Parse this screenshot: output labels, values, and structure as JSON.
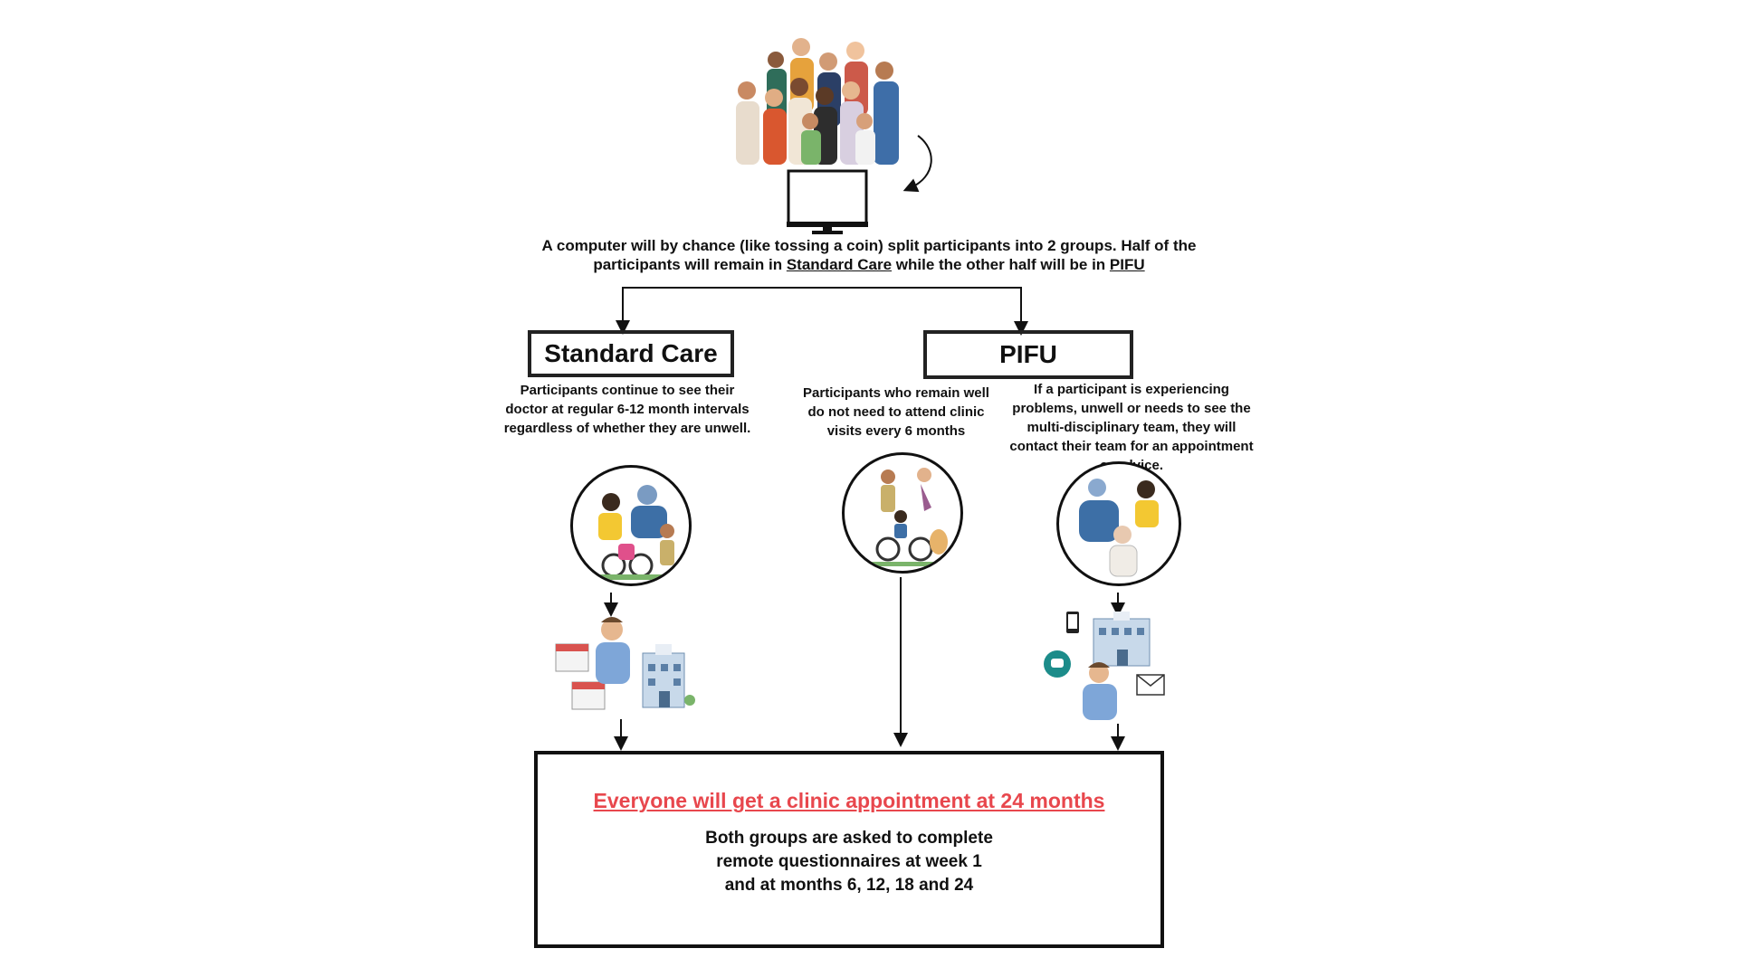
{
  "randomisation": {
    "line1": "A computer will by chance (like tossing a coin) split participants into 2 groups. Half of the",
    "line2_prefix": "participants will remain in ",
    "line2_sc": "Standard Care",
    "line2_mid": " while the other half will be in ",
    "line2_pifu": "PIFU"
  },
  "standard_care": {
    "title": "Standard Care",
    "description": "Participants continue to see their doctor at regular 6-12 month intervals regardless of whether they are unwell."
  },
  "pifu": {
    "title": "PIFU",
    "well_description": "Participants who remain well do not need to attend clinic visits every 6 months",
    "unwell_description": "If a participant is experiencing problems, unwell or needs to see the multi-disciplinary team, they will contact  their team for an appointment or advice."
  },
  "outcome": {
    "title": "Everyone will get a clinic appointment at 24 months",
    "line1": "Both groups  are asked to complete",
    "line2": "remote  questionnaires at week 1",
    "line3": "and at months 6, 12, 18 and 24"
  },
  "colors": {
    "accent_red": "#e8474d",
    "teal_phone": "#1c8c8a",
    "scrub_blue": "#7ea6d8"
  },
  "icons": [
    "crowd-illustration",
    "monitor-icon",
    "curved-arrow-icon",
    "activity-illustration",
    "calendar-icon",
    "nurse-illustration",
    "hospital-icon",
    "phone-icon",
    "mobile-icon",
    "email-icon"
  ]
}
